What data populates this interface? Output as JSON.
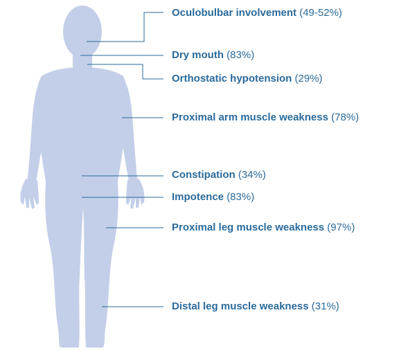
{
  "colors": {
    "body": "#c3cfe8",
    "line": "#2a6a9a",
    "text": "#2a6a9a"
  },
  "labels": [
    {
      "name": "Oculobulbar involvement",
      "pct": "(49-52%)"
    },
    {
      "name": "Dry mouth",
      "pct": "(83%)"
    },
    {
      "name": "Orthostatic hypotension",
      "pct": "(29%)"
    },
    {
      "name": "Proximal arm muscle weakness",
      "pct": "(78%)"
    },
    {
      "name": "Constipation",
      "pct": "(34%)"
    },
    {
      "name": "Impotence",
      "pct": "(83%)"
    },
    {
      "name": "Proximal leg muscle weakness",
      "pct": "(97%)"
    },
    {
      "name": "Distal leg muscle weakness",
      "pct": "(31%)"
    }
  ]
}
